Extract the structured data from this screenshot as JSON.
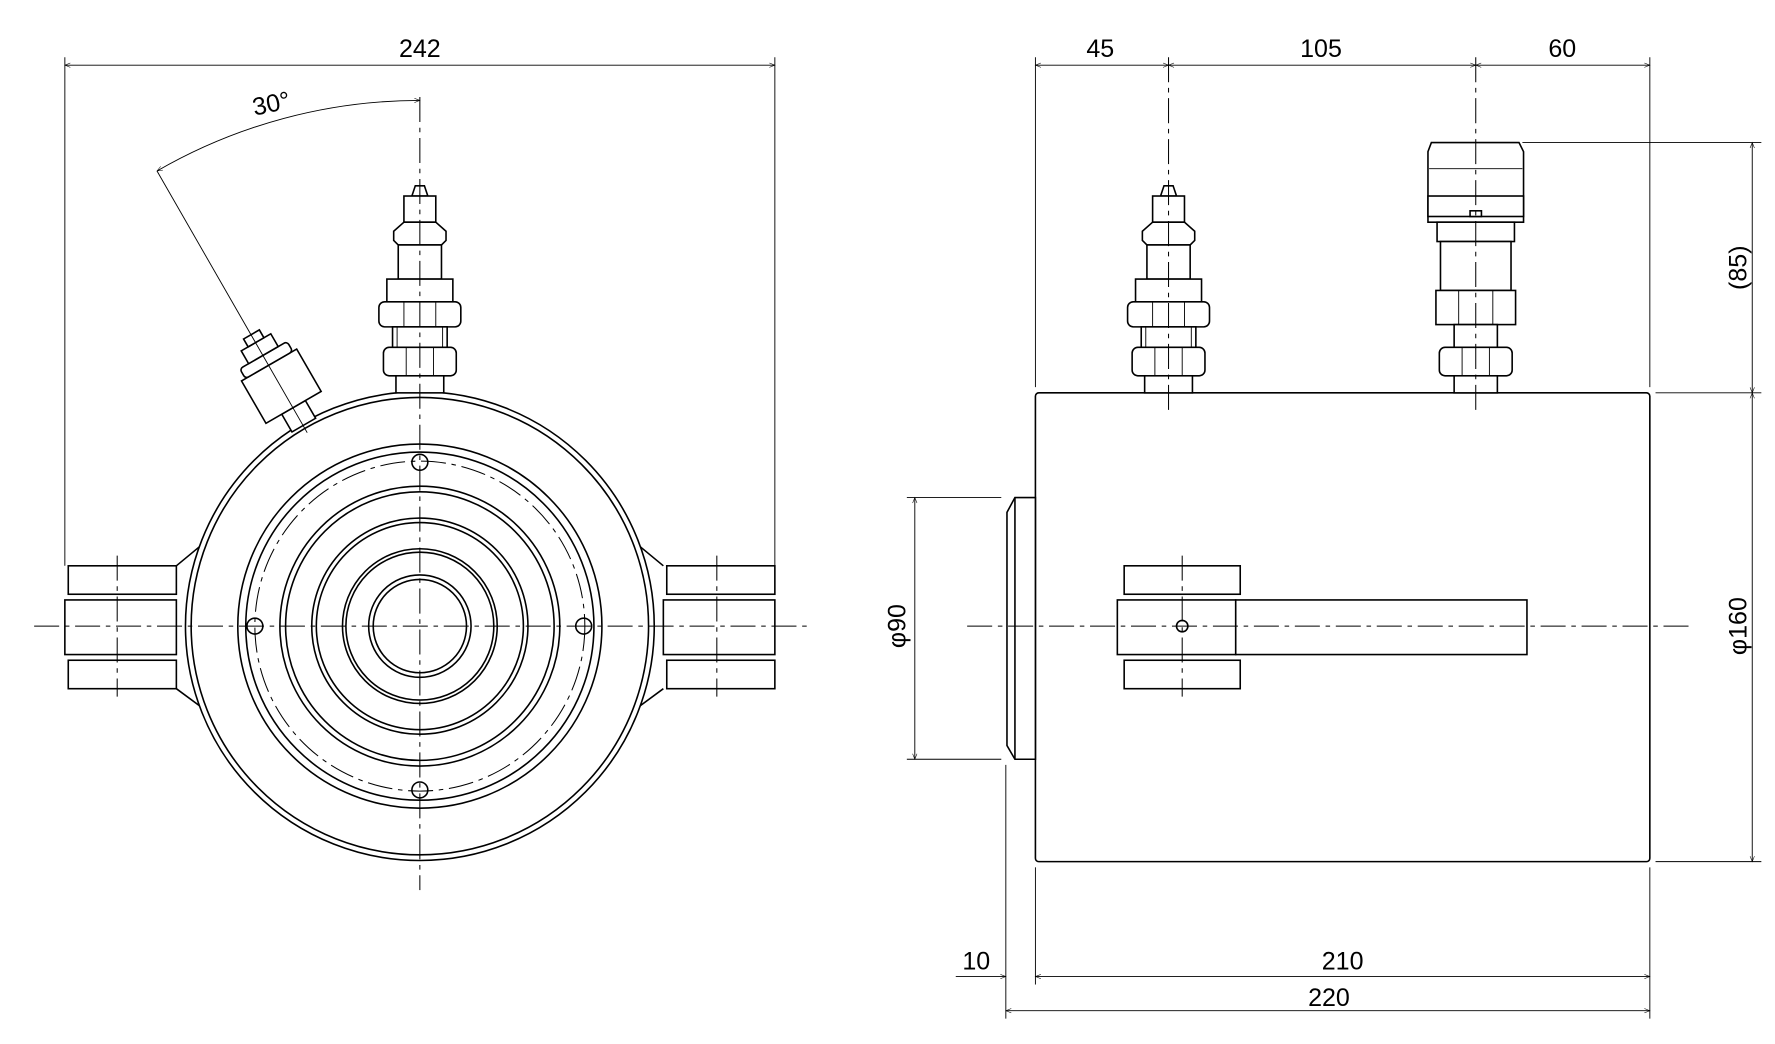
{
  "drawing": {
    "front_view": {
      "width_dimension": "242",
      "angle_dimension": "30°"
    },
    "side_view": {
      "top_dimensions": [
        "45",
        "105",
        "60"
      ],
      "connector_height": "(85)",
      "body_diameter": "φ160",
      "flange_diameter": "φ90",
      "flange_length": "10",
      "body_length": "210",
      "overall_length": "220"
    }
  }
}
